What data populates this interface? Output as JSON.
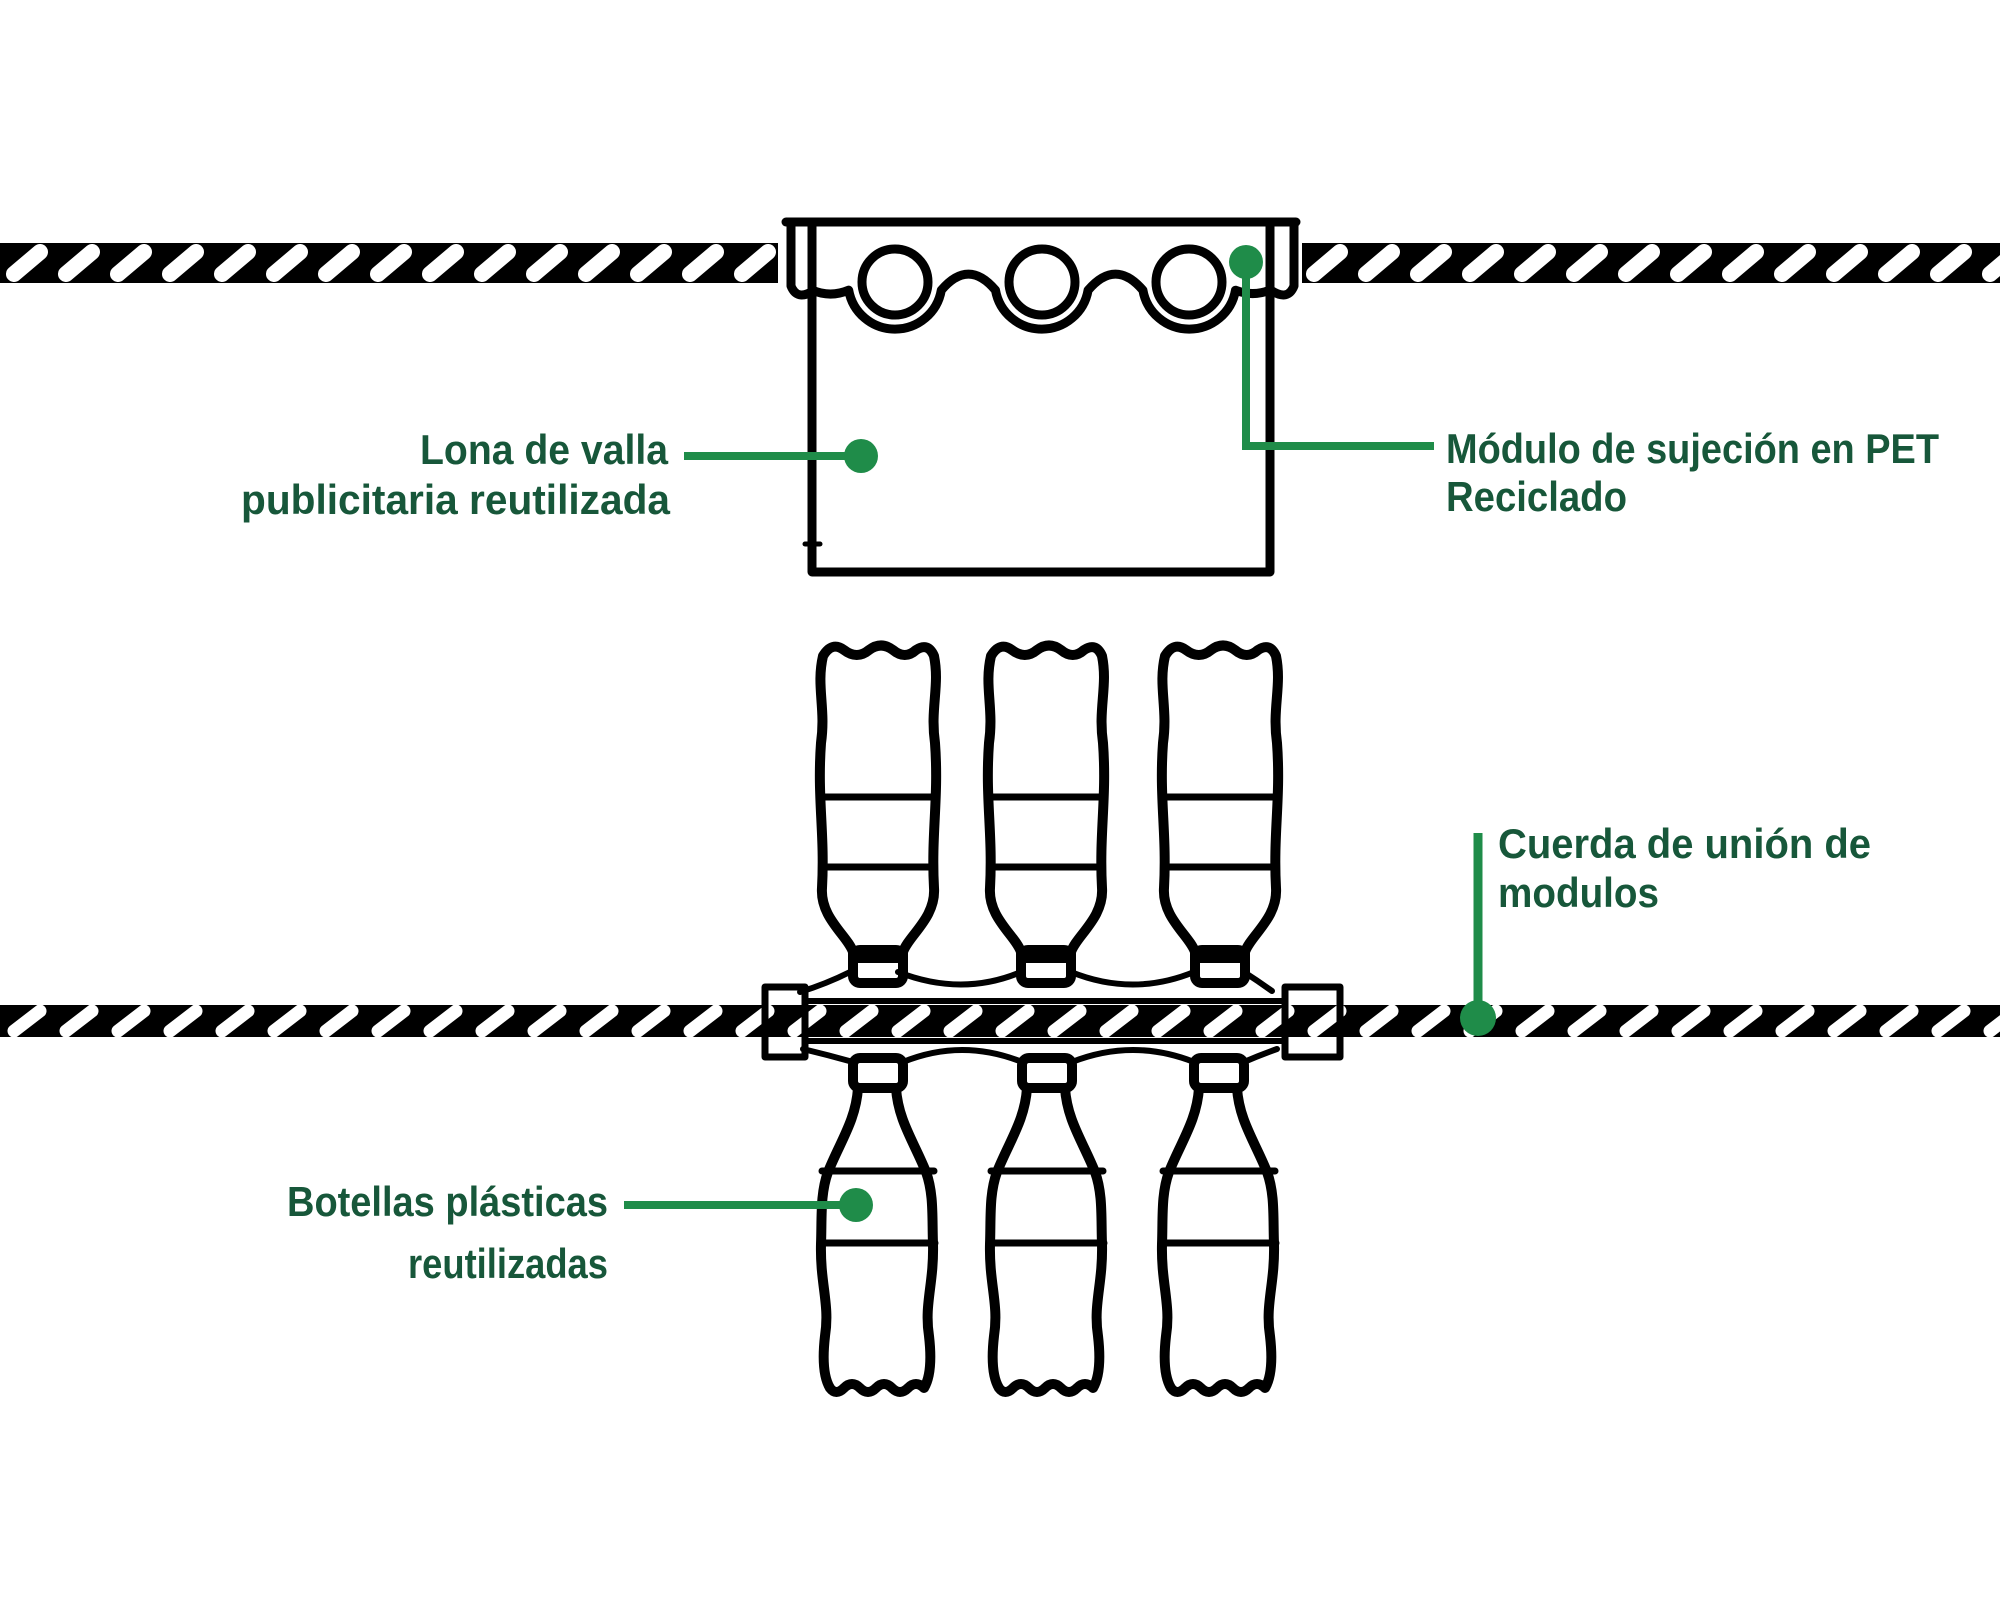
{
  "labels": {
    "lona": {
      "line1": "Lona de valla",
      "line2": "publicitaria reutilizada"
    },
    "modulo": {
      "line1": "Módulo de sujeción en PET",
      "line2": "Reciclado"
    },
    "cuerda": {
      "line1": "Cuerda de unión de",
      "line2": "modulos"
    },
    "botellas": {
      "line1": "Botellas plásticas",
      "line2": "reutilizadas"
    }
  },
  "colors": {
    "label_text": "#17573a",
    "connector_green": "#1f8c49",
    "line_art": "#000000",
    "background": "#ffffff"
  },
  "diagram": {
    "module_holes": 3,
    "upper_bottles": 3,
    "lower_bottles": 3,
    "icons": [
      "rope-icon",
      "module-plate-icon",
      "banner-canvas-icon",
      "plastic-bottle-icon"
    ]
  }
}
